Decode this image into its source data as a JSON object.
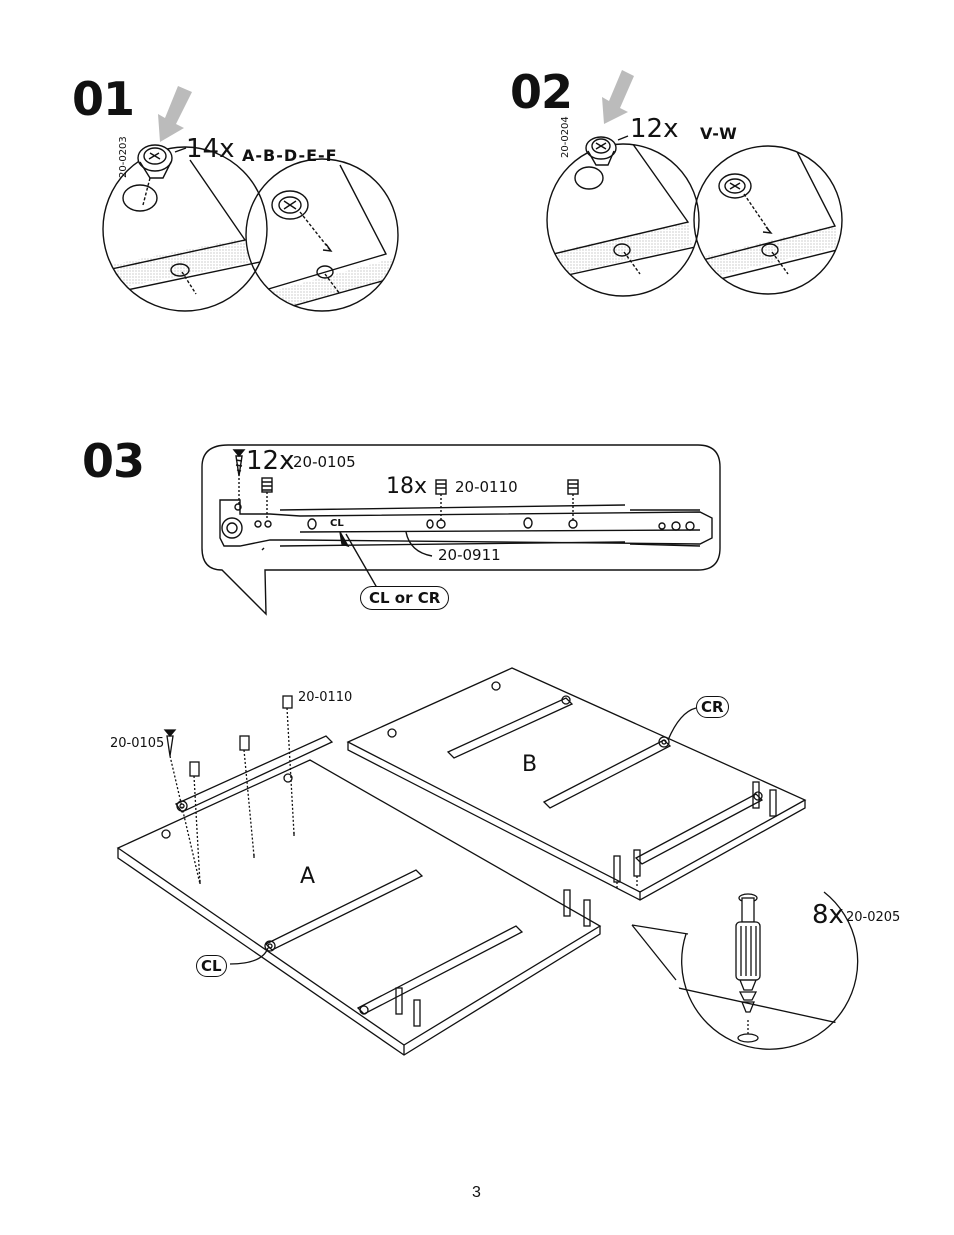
{
  "page_number": "3",
  "step1": {
    "number": "01",
    "part_code": "20-0203",
    "quantity": "14x",
    "parts": "A-B-D-E-F"
  },
  "step2": {
    "number": "02",
    "part_code": "20-0204",
    "quantity": "12x",
    "parts": "V-W"
  },
  "step3": {
    "number": "03",
    "callout": {
      "screw_qty": "12x",
      "screw_code": "20-0105",
      "insert_qty": "18x",
      "insert_code": "20-0110",
      "rail_code": "20-0911",
      "rail_label": "CL",
      "side_label": "CL or CR"
    },
    "assembly": {
      "insert_code": "20-0110",
      "screw_code": "20-0105",
      "panel_a": "A",
      "panel_b": "B",
      "left_rail": "CL",
      "right_rail": "CR",
      "dowel_qty": "8x",
      "dowel_code": "20-0205"
    }
  }
}
